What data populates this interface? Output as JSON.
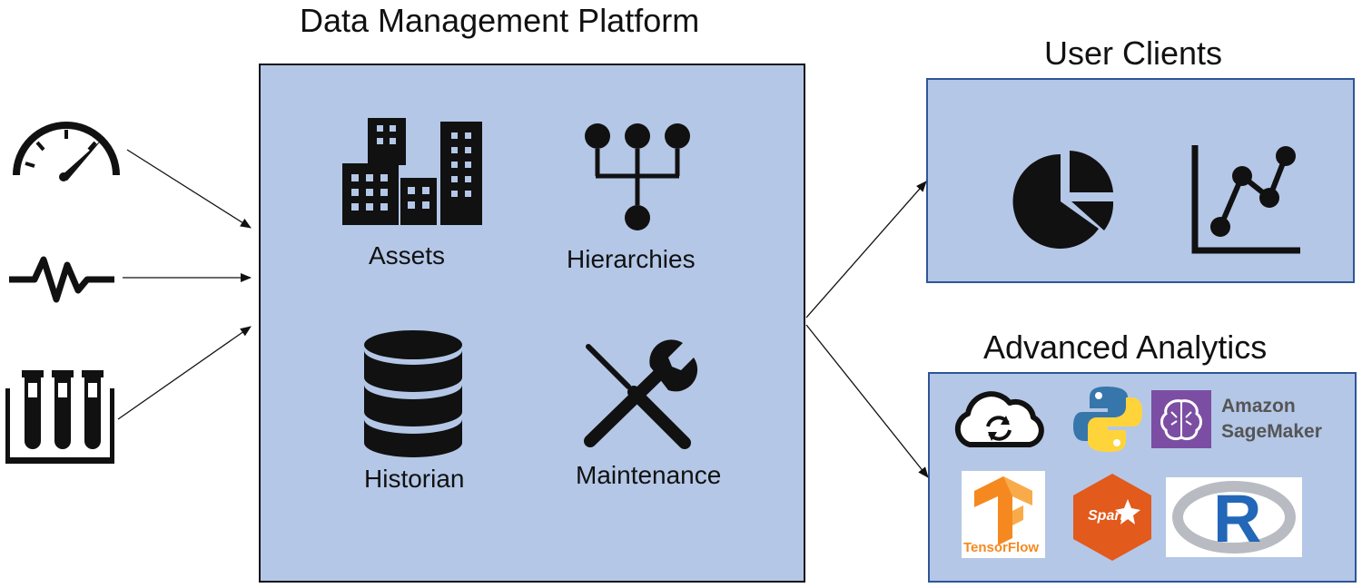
{
  "titles": {
    "platform": "Data Management Platform",
    "clients": "User Clients",
    "analytics": "Advanced Analytics"
  },
  "platform_items": {
    "assets": "Assets",
    "hierarchies": "Hierarchies",
    "historian": "Historian",
    "maintenance": "Maintenance"
  },
  "inputs": {
    "icons": [
      "gauge-icon",
      "pulse-signal-icon",
      "test-tubes-icon"
    ]
  },
  "clients": {
    "icons": [
      "pie-chart-icon",
      "line-chart-icon"
    ]
  },
  "analytics": {
    "sagemaker_line1": "Amazon",
    "sagemaker_line2": "SageMaker",
    "tensorflow": "TensorFlow",
    "spark": "Spark",
    "r": "R",
    "icons": [
      "cloud-sync-icon",
      "python-logo",
      "sagemaker-logo",
      "tensorflow-logo",
      "spark-logo",
      "r-logo"
    ]
  },
  "colors": {
    "box_fill": "#b4c7e7",
    "box_border_client": "#2f5597",
    "sagemaker_purple": "#7b4ea3",
    "tensorflow_orange": "#f5891f",
    "spark_orange": "#e25a1c",
    "r_blue": "#2267b8",
    "python_blue": "#3776ab",
    "python_yellow": "#ffd43b"
  }
}
